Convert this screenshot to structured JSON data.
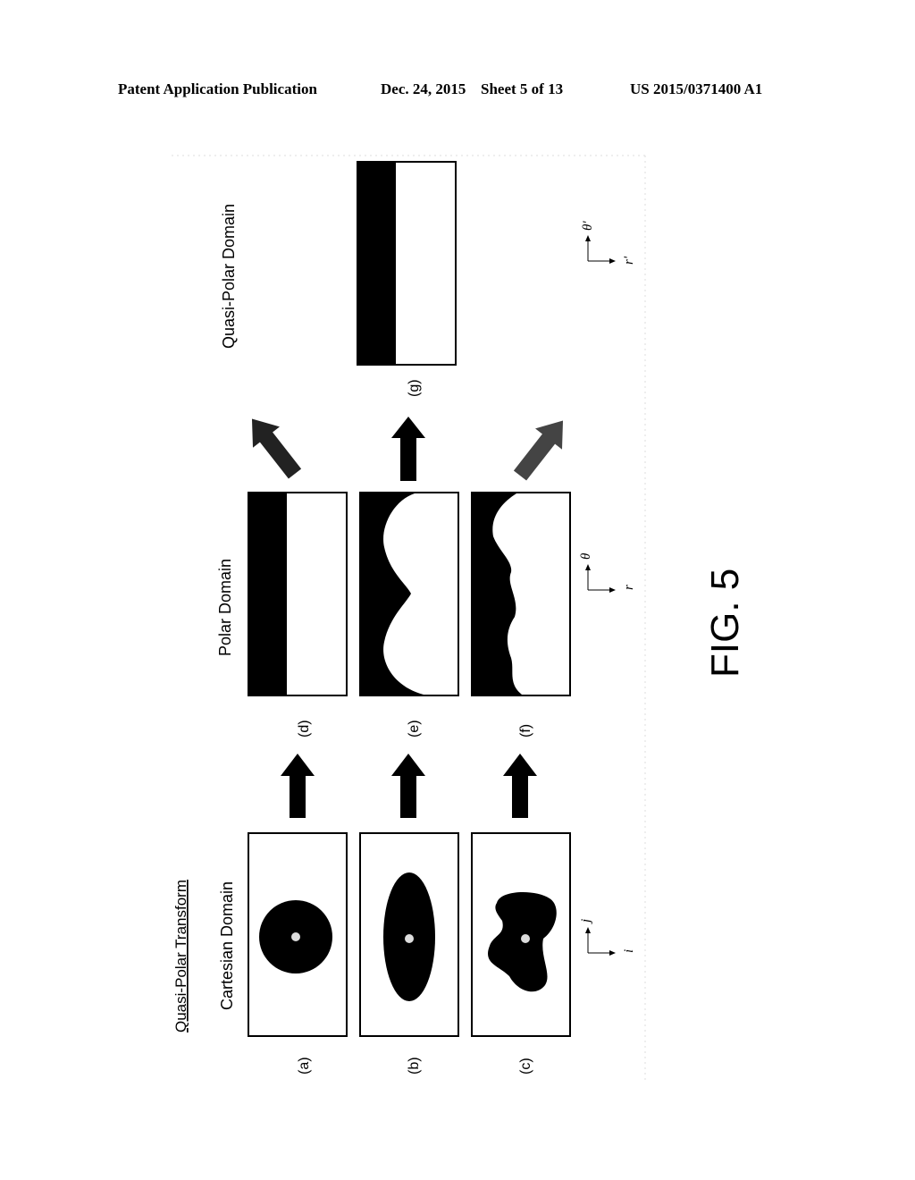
{
  "header": {
    "publication": "Patent Application Publication",
    "date": "Dec. 24, 2015",
    "sheet": "Sheet 5 of 13",
    "number": "US 2015/0371400 A1"
  },
  "figure": {
    "title": "Quasi-Polar Transform",
    "columns": {
      "cartesian": "Cartesian Domain",
      "polar": "Polar Domain",
      "quasi_polar": "Quasi-Polar Domain"
    },
    "panels": {
      "a": "(a)",
      "b": "(b)",
      "c": "(c)",
      "d": "(d)",
      "e": "(e)",
      "f": "(f)",
      "g": "(g)"
    },
    "axes": {
      "cartesian": {
        "vertical": "i",
        "horizontal": "j"
      },
      "polar": {
        "vertical": "r",
        "horizontal": "θ"
      },
      "quasi_polar": {
        "vertical": "r'",
        "horizontal": "θ'"
      }
    },
    "caption": "FIG. 5"
  },
  "colors": {
    "ink": "#000000",
    "paper": "#ffffff",
    "arrow_shade": "#333333"
  }
}
